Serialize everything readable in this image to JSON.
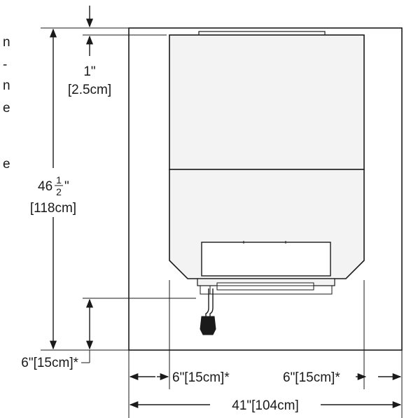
{
  "side_text": {
    "letters": [
      "n",
      "-",
      "n",
      "e",
      "e"
    ]
  },
  "dimensions": {
    "top_clearance_in": "1\"",
    "top_clearance_cm": "[2.5cm]",
    "height_whole": "46",
    "height_frac_num": "1",
    "height_frac_den": "2",
    "height_inch_mark": "\"",
    "height_cm": "[118cm]",
    "bottom_clearance": "6\"[15cm]*",
    "left_side_clearance": "6\"[15cm]*",
    "right_side_clearance": "6\"[15cm]*",
    "overall_width": "41\"[104cm]"
  }
}
